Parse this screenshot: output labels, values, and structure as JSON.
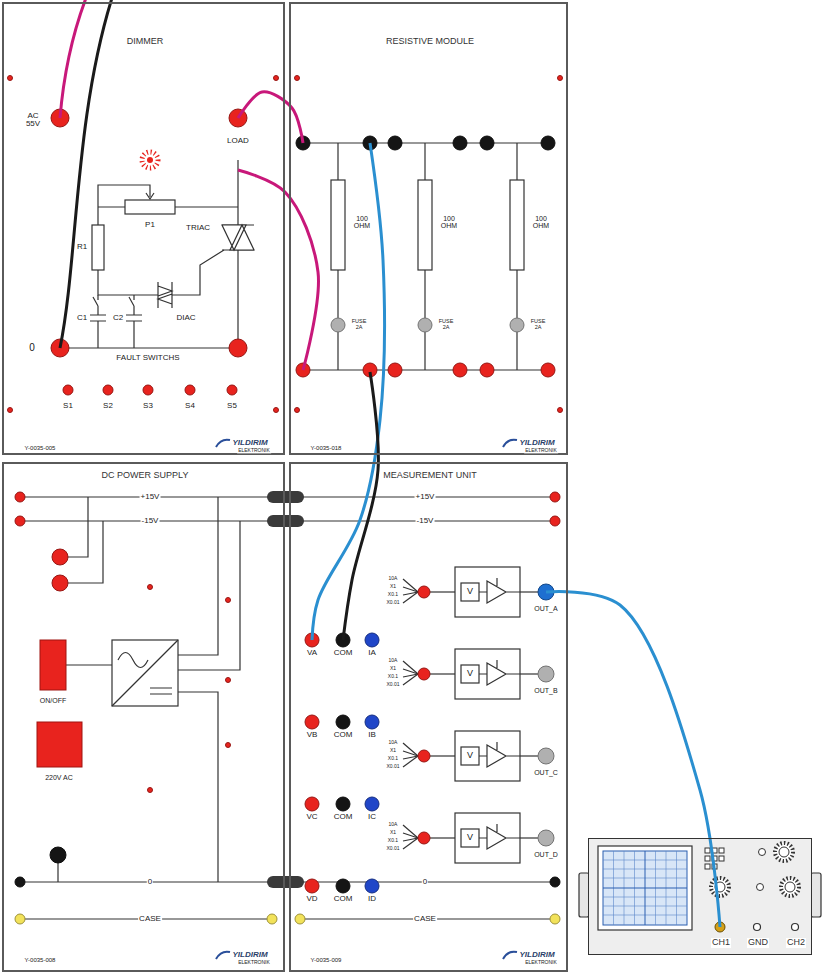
{
  "diagram": {
    "nodes": [
      {
        "text": [
          "DIMMER"
        ]
      },
      {
        "text": [
          "RESISTIVE MODULE"
        ]
      },
      {
        "text": [
          "DC POWER SUPPLY"
        ]
      },
      {
        "text": [
          "MEASUREMENT UNIT"
        ]
      },
      {
        "text": [
          "CH1",
          "GND",
          "CH2"
        ]
      }
    ],
    "edges": [
      {
        "from": 0,
        "to": 1,
        "arrow": "none"
      },
      {
        "from": 0,
        "to": 1,
        "arrow": "none"
      },
      {
        "from": 1,
        "to": 3,
        "arrow": "none"
      },
      {
        "from": 1,
        "to": 3,
        "arrow": "none"
      },
      {
        "from": 3,
        "to": 4,
        "arrow": "none"
      },
      {
        "from": 2,
        "to": 3,
        "arrow": "none"
      },
      {
        "from": 2,
        "to": 3,
        "arrow": "none"
      },
      {
        "from": 2,
        "to": 3,
        "arrow": "none"
      }
    ],
    "labels": [
      "AC 55V",
      "LOAD",
      "P1",
      "R1",
      "TRIAC",
      "DIAC",
      "C1",
      "C2",
      "0",
      "FAULT SWITCHS",
      "S1",
      "S2",
      "S3",
      "S4",
      "S5",
      "Y-0035-005",
      "YILDIRIM",
      "ELEKTRONIK",
      "100 OHM",
      "100 OHM",
      "100 OHM",
      "FUSE 2A",
      "FUSE 2A",
      "FUSE 2A",
      "Y-0035-018",
      "YILDIRIM",
      "ELEKTRONIK",
      "+15V",
      "-15V",
      "ON/OFF",
      "220V AC",
      "0",
      "CASE",
      "Y-0035-008",
      "YILDIRIM",
      "ELEKTRONIK",
      "+15V",
      "-15V",
      "VA",
      "COM",
      "IA",
      "10A",
      "X1",
      "X0.1",
      "X0.01",
      "V",
      "OUT_A",
      "VB",
      "COM",
      "IB",
      "10A",
      "X1",
      "X0.1",
      "X0.01",
      "V",
      "OUT_B",
      "VC",
      "COM",
      "IC",
      "10A",
      "X1",
      "X0.1",
      "X0.01",
      "V",
      "OUT_C",
      "VD",
      "COM",
      "ID",
      "10A",
      "X1",
      "X0.1",
      "X0.01",
      "V",
      "OUT_D",
      "0",
      "CASE",
      "Y-0035-009",
      "YILDIRIM",
      "ELEKTRONIK"
    ]
  }
}
